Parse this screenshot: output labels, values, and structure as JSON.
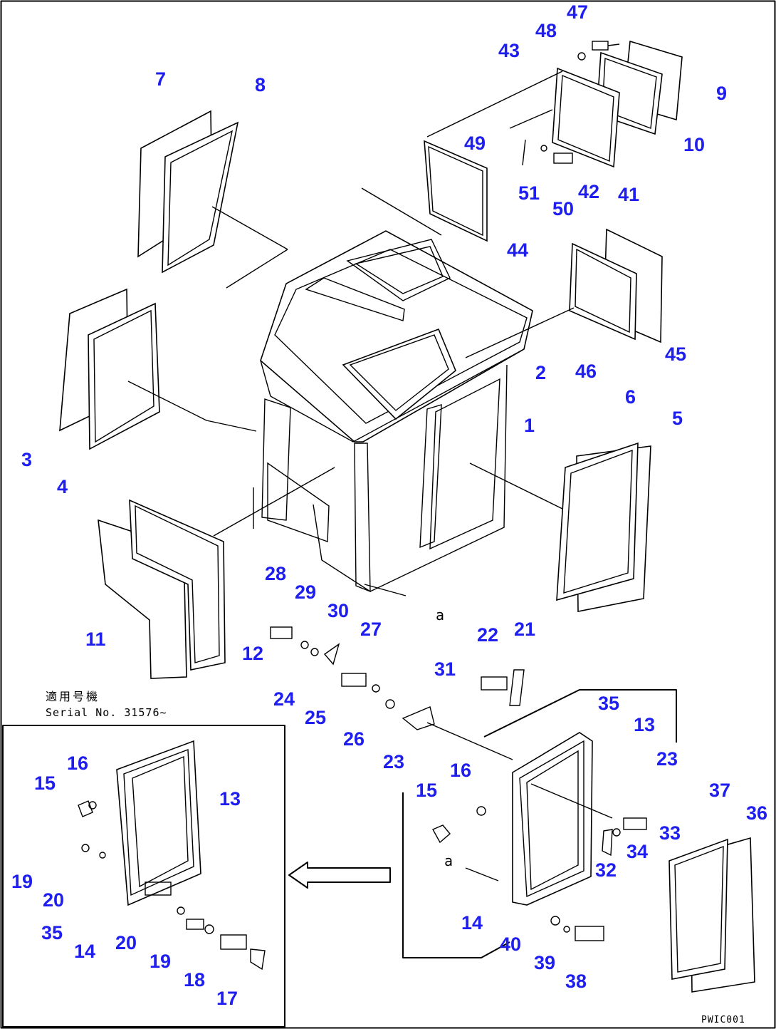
{
  "drawing_code": "PWIC001",
  "serial_note": {
    "line1": "適用号機",
    "line2": "Serial No. 31576~"
  },
  "detail_marker": "a",
  "callouts": [
    {
      "id": "n47",
      "text": "47"
    },
    {
      "id": "n48",
      "text": "48"
    },
    {
      "id": "n43",
      "text": "43"
    },
    {
      "id": "n9",
      "text": "9"
    },
    {
      "id": "n10",
      "text": "10"
    },
    {
      "id": "n49",
      "text": "49"
    },
    {
      "id": "n51",
      "text": "51"
    },
    {
      "id": "n50",
      "text": "50"
    },
    {
      "id": "n42",
      "text": "42"
    },
    {
      "id": "n41",
      "text": "41"
    },
    {
      "id": "n44",
      "text": "44"
    },
    {
      "id": "n7",
      "text": "7"
    },
    {
      "id": "n8",
      "text": "8"
    },
    {
      "id": "n45",
      "text": "45"
    },
    {
      "id": "n46",
      "text": "46"
    },
    {
      "id": "n2",
      "text": "2"
    },
    {
      "id": "n1",
      "text": "1"
    },
    {
      "id": "n3",
      "text": "3"
    },
    {
      "id": "n4",
      "text": "4"
    },
    {
      "id": "n6",
      "text": "6"
    },
    {
      "id": "n5",
      "text": "5"
    },
    {
      "id": "n28",
      "text": "28"
    },
    {
      "id": "n29",
      "text": "29"
    },
    {
      "id": "n30",
      "text": "30"
    },
    {
      "id": "n27",
      "text": "27"
    },
    {
      "id": "n11",
      "text": "11"
    },
    {
      "id": "n12",
      "text": "12"
    },
    {
      "id": "n22",
      "text": "22"
    },
    {
      "id": "n21",
      "text": "21"
    },
    {
      "id": "n31",
      "text": "31"
    },
    {
      "id": "n24",
      "text": "24"
    },
    {
      "id": "n25",
      "text": "25"
    },
    {
      "id": "n26",
      "text": "26"
    },
    {
      "id": "n23a",
      "text": "23"
    },
    {
      "id": "n35a",
      "text": "35"
    },
    {
      "id": "n13a",
      "text": "13"
    },
    {
      "id": "n23b",
      "text": "23"
    },
    {
      "id": "n16a",
      "text": "16"
    },
    {
      "id": "n15a",
      "text": "15"
    },
    {
      "id": "n33",
      "text": "33"
    },
    {
      "id": "n34",
      "text": "34"
    },
    {
      "id": "n32",
      "text": "32"
    },
    {
      "id": "n37",
      "text": "37"
    },
    {
      "id": "n36",
      "text": "36"
    },
    {
      "id": "n14a",
      "text": "14"
    },
    {
      "id": "n40",
      "text": "40"
    },
    {
      "id": "n39",
      "text": "39"
    },
    {
      "id": "n38",
      "text": "38"
    },
    {
      "id": "n16b",
      "text": "16"
    },
    {
      "id": "n15b",
      "text": "15"
    },
    {
      "id": "n13b",
      "text": "13"
    },
    {
      "id": "n19a",
      "text": "19"
    },
    {
      "id": "n20a",
      "text": "20"
    },
    {
      "id": "n35b",
      "text": "35"
    },
    {
      "id": "n14b",
      "text": "14"
    },
    {
      "id": "n20b",
      "text": "20"
    },
    {
      "id": "n19b",
      "text": "19"
    },
    {
      "id": "n18",
      "text": "18"
    },
    {
      "id": "n17",
      "text": "17"
    }
  ]
}
